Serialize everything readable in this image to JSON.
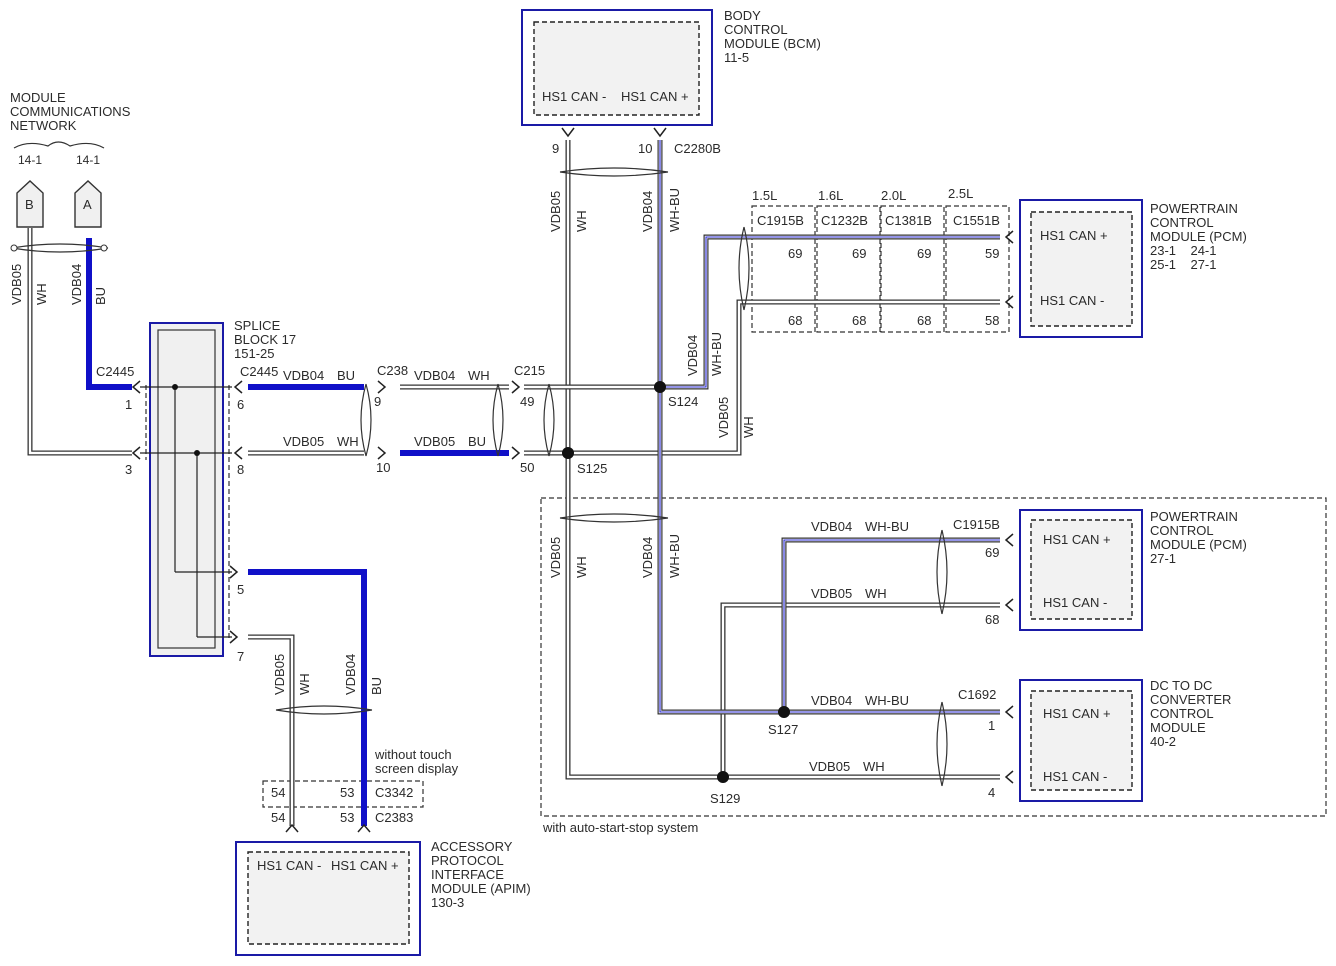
{
  "modules": {
    "bcm": {
      "name_lines": [
        "BODY",
        "CONTROL",
        "MODULE (BCM)",
        "11-5"
      ],
      "pin_minus": "HS1 CAN -",
      "pin_plus": "HS1 CAN +"
    },
    "pcm1": {
      "name_lines": [
        "POWERTRAIN",
        "CONTROL",
        "MODULE (PCM)",
        "23-1    24-1",
        "25-1    27-1"
      ],
      "pin_plus": "HS1 CAN +",
      "pin_minus": "HS1 CAN -"
    },
    "pcm2": {
      "name_lines": [
        "POWERTRAIN",
        "CONTROL",
        "MODULE (PCM)",
        "27-1"
      ],
      "pin_plus": "HS1 CAN +",
      "pin_minus": "HS1 CAN -"
    },
    "dcdc": {
      "name_lines": [
        "DC TO DC",
        "CONVERTER",
        "CONTROL",
        "MODULE",
        "40-2"
      ],
      "pin_plus": "HS1 CAN +",
      "pin_minus": "HS1 CAN -"
    },
    "apim": {
      "name_lines": [
        "ACCESSORY",
        "PROTOCOL",
        "INTERFACE",
        "MODULE (APIM)",
        "130-3"
      ],
      "pin_minus": "HS1 CAN -",
      "pin_plus": "HS1 CAN +"
    },
    "splice_block": {
      "name_lines": [
        "SPLICE",
        "BLOCK 17",
        "151-25"
      ]
    }
  },
  "network": {
    "title_lines": [
      "MODULE",
      "COMMUNICATIONS",
      "NETWORK"
    ],
    "ref_b": "14-1",
    "ref_a": "14-1",
    "flag_b": "B",
    "flag_a": "A"
  },
  "wires": {
    "vdb04": "VDB04",
    "vdb05": "VDB05",
    "bu": "BU",
    "wh": "WH",
    "whbu": "WH-BU"
  },
  "connectors": {
    "c2280b": "C2280B",
    "bcm_pin_9": "9",
    "bcm_pin_10": "10",
    "c2445": "C2445",
    "c2445_pin_1": "1",
    "c2445_pin_3": "3",
    "sb_c2445": "C2445",
    "sb_pin_6": "6",
    "sb_pin_8": "8",
    "sb_pin_5": "5",
    "sb_pin_7": "7",
    "c238": "C238",
    "c238_pin_9": "9",
    "c238_pin_10": "10",
    "c215": "C215",
    "c215_pin_49": "49",
    "c215_pin_50": "50",
    "engine_labels": [
      "1.5L",
      "1.6L",
      "2.0L",
      "2.5L"
    ],
    "engine_connectors": [
      "C1915B",
      "C1232B",
      "C1381B",
      "C1551B"
    ],
    "engine_top_pins": [
      "69",
      "69",
      "69",
      "59"
    ],
    "engine_bottom_pins": [
      "68",
      "68",
      "68",
      "58"
    ],
    "c1915b_lower": "C1915B",
    "c1915b_pin_69": "69",
    "c1915b_pin_68": "68",
    "c1692": "C1692",
    "c1692_pin_1": "1",
    "c1692_pin_4": "4",
    "c3342": "C3342",
    "c3342_pin_54": "54",
    "c3342_pin_53": "53",
    "c2383": "C2383",
    "c2383_pin_54": "54",
    "c2383_pin_53": "53"
  },
  "splices": {
    "s124": "S124",
    "s125": "S125",
    "s127": "S127",
    "s129": "S129"
  },
  "notes": {
    "auto_start_stop": "with auto-start-stop system",
    "touch_line1": "without touch",
    "touch_line2": "screen display"
  }
}
